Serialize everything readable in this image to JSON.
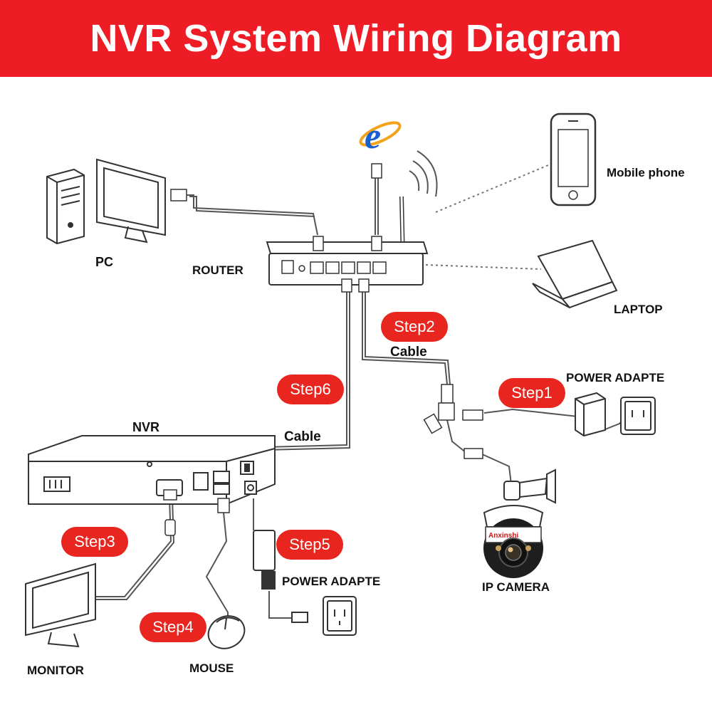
{
  "title": "NVR System Wiring Diagram",
  "colors": {
    "title_bg": "#ee1c25",
    "step_badge": "#e8261f",
    "line": "#444444"
  },
  "devices": {
    "pc": "PC",
    "router": "ROUTER",
    "mobile": "Mobile phone",
    "laptop": "LAPTOP",
    "power_adapter_camera": "POWER ADAPTE",
    "ip_camera": "IP  CAMERA",
    "nvr": "NVR",
    "power_adapter_nvr": "POWER ADAPTE",
    "monitor": "MONITOR",
    "mouse": "MOUSE",
    "camera_brand": "Anxinshi"
  },
  "cables": {
    "router_camera": "Cable",
    "router_nvr": "Cable"
  },
  "steps": {
    "step1": "Step1",
    "step2": "Step2",
    "step3": "Step3",
    "step4": "Step4",
    "step5": "Step5",
    "step6": "Step6"
  },
  "icons": [
    "internet-explorer-icon",
    "wifi-signal-icon",
    "wall-socket-icon"
  ]
}
